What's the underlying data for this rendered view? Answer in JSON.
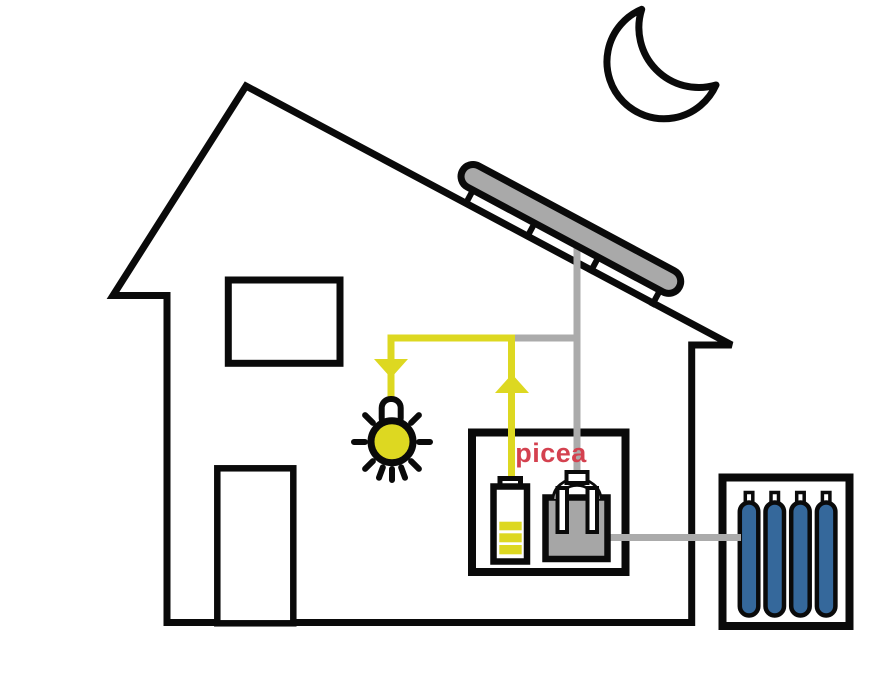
{
  "diagram": {
    "brand": "picea",
    "description": "House energy system diagram: rooftop solar panel charging a picea unit (battery + electrolyzer) powering a light bulb, with hydrogen stored in outdoor cylinders, under a crescent moon"
  },
  "labels": {
    "brand": "picea"
  },
  "icons": {
    "moon": "crescent-moon-icon",
    "house": "house-outline-icon",
    "solar_panel": "solar-panel-icon",
    "light_bulb": "light-bulb-icon",
    "battery": "battery-icon",
    "electrolyzer": "electrolyzer-icon",
    "hydrogen_storage": "hydrogen-tank-bundle-icon",
    "arrows": "yellow-flow-arrow-icon"
  },
  "colors": {
    "background": "#ffffff",
    "outline": "#0a0a0a",
    "yellow": "#ddd821",
    "wire_gray": "#ababab",
    "panel_gray": "#a9a9a9",
    "device_gray": "#a6a6a6",
    "tank_blue": "#35689b",
    "brand_red": "#d4414f"
  }
}
